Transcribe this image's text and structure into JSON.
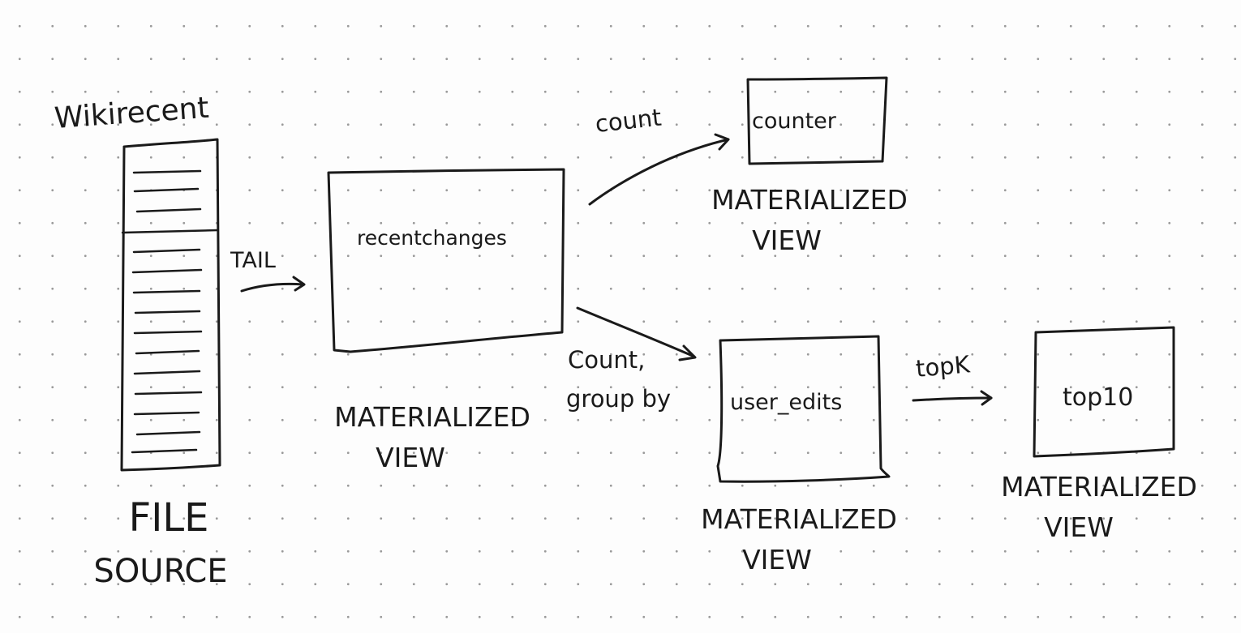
{
  "diagram": {
    "source": {
      "name": "Wikirecent",
      "type_line1": "FILE",
      "type_line2": "SOURCE"
    },
    "nodes": [
      {
        "id": "recentchanges",
        "label": "recentchanges",
        "caption_line1": "MATERIALIZED",
        "caption_line2": "VIEW"
      },
      {
        "id": "counter",
        "label": "counter",
        "caption_line1": "MATERIALIZED",
        "caption_line2": "VIEW"
      },
      {
        "id": "user_edits",
        "label": "user_edits",
        "caption_line1": "MATERIALIZED",
        "caption_line2": "VIEW"
      },
      {
        "id": "top10",
        "label": "top10",
        "caption_line1": "MATERIALIZED",
        "caption_line2": "VIEW"
      }
    ],
    "edges": [
      {
        "from": "Wikirecent",
        "to": "recentchanges",
        "label": "TAIL"
      },
      {
        "from": "recentchanges",
        "to": "counter",
        "label": "count"
      },
      {
        "from": "recentchanges",
        "to": "user_edits",
        "label_line1": "Count,",
        "label_line2": "group by"
      },
      {
        "from": "user_edits",
        "to": "top10",
        "label": "topK"
      }
    ]
  }
}
